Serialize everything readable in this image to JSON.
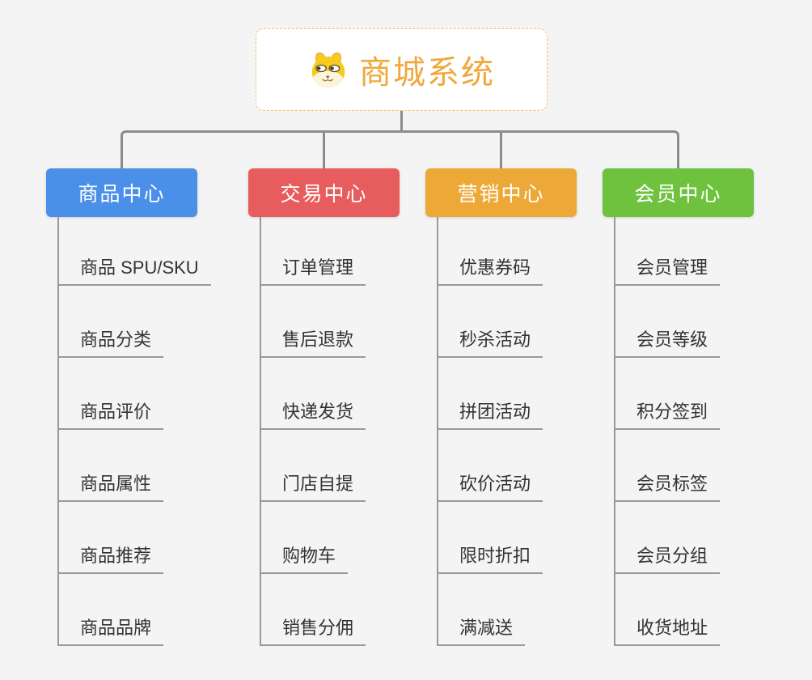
{
  "colors": {
    "background": "#f4f4f4",
    "connector": "#8c8c8c",
    "leaf_line": "#999999",
    "leaf_text": "#333333",
    "branch_text": "#ffffff",
    "root_text": "#f0a83c",
    "root_border": "#f2c063",
    "root_background": "#ffffff"
  },
  "root": {
    "title": "商城系统",
    "icon": "dog-face-icon"
  },
  "branches": [
    {
      "label": "商品中心",
      "color": "#4a90e8",
      "children": [
        "商品 SPU/SKU",
        "商品分类",
        "商品评价",
        "商品属性",
        "商品推荐",
        "商品品牌"
      ]
    },
    {
      "label": "交易中心",
      "color": "#e75c5c",
      "children": [
        "订单管理",
        "售后退款",
        "快递发货",
        "门店自提",
        "购物车",
        "销售分佣"
      ]
    },
    {
      "label": "营销中心",
      "color": "#eda938",
      "children": [
        "优惠券码",
        "秒杀活动",
        "拼团活动",
        "砍价活动",
        "限时折扣",
        "满减送"
      ]
    },
    {
      "label": "会员中心",
      "color": "#6ec23e",
      "children": [
        "会员管理",
        "会员等级",
        "积分签到",
        "会员标签",
        "会员分组",
        "收货地址"
      ]
    }
  ]
}
